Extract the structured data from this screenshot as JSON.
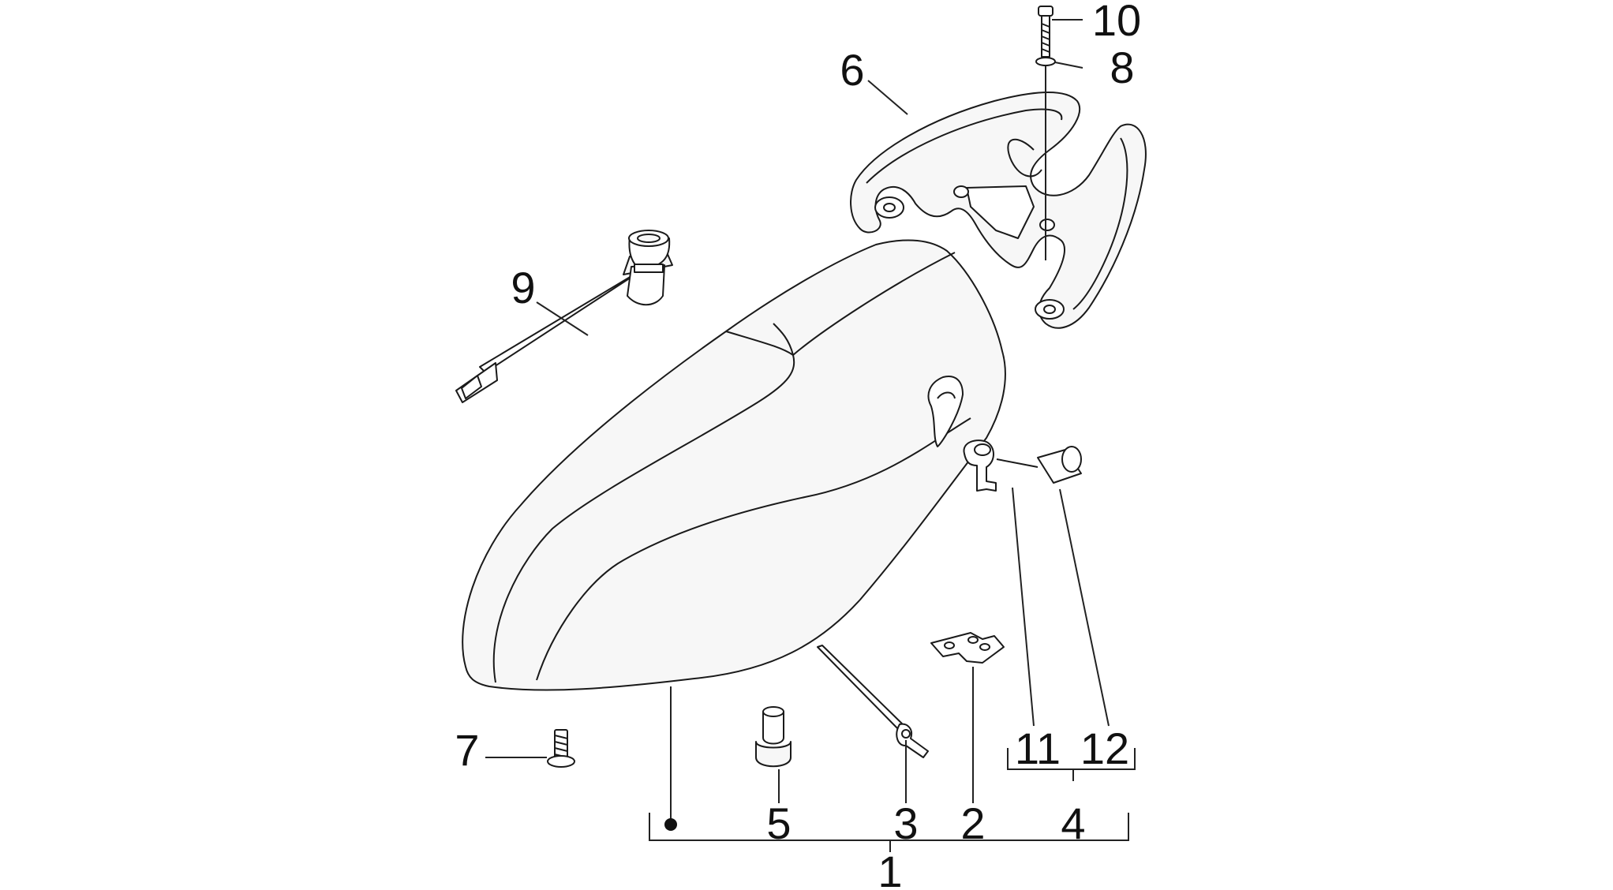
{
  "diagram": {
    "colors": {
      "line": "#1a1a1a",
      "part_fill": "#f7f7f7",
      "background": "#ffffff"
    },
    "callouts": {
      "c1": "1",
      "c2": "2",
      "c3": "3",
      "c4": "4",
      "c5": "5",
      "c6": "6",
      "c7": "7",
      "c8": "8",
      "c9": "9",
      "c10": "10",
      "c11": "11",
      "c12": "12"
    }
  }
}
